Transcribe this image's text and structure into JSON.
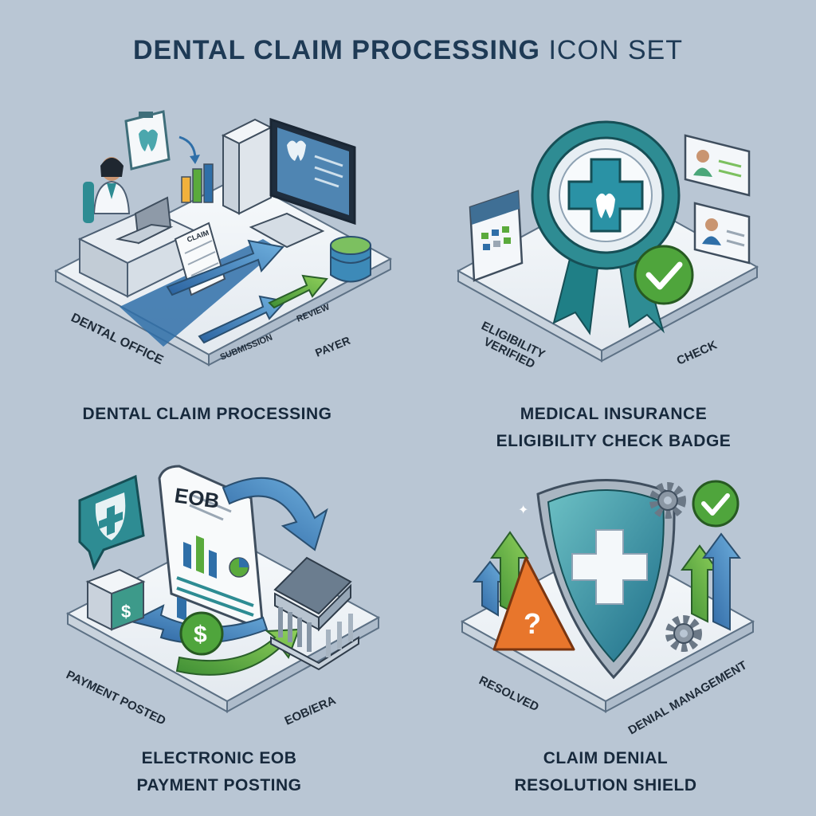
{
  "title": {
    "bold": "DENTAL CLAIM PROCESSING",
    "light": "ICON SET"
  },
  "icons": [
    {
      "caption": [
        "DENTAL CLAIM PROCESSING"
      ],
      "labels": {
        "office": "DENTAL OFFICE",
        "submission": "SUBMISSION",
        "review": "REVIEW",
        "payer": "PAYER",
        "claim": "CLAIM"
      }
    },
    {
      "caption": [
        "MEDICAL INSURANCE",
        "ELIGIBILITY CHECK BADGE"
      ],
      "labels": {
        "eligibility": "ELIGIBILITY",
        "verified": "VERIFIED",
        "check": "CHECK"
      }
    },
    {
      "caption": [
        "ELECTRONIC EOB",
        "PAYMENT POSTING"
      ],
      "labels": {
        "posted": "PAYMENT POSTED",
        "eob_era": "EOB/ERA",
        "eob": "EOB"
      }
    },
    {
      "caption": [
        "CLAIM DENIAL",
        "RESOLUTION SHIELD"
      ],
      "labels": {
        "resolved": "RESOLVED",
        "denial": "DENIAL MANAGEMENT"
      }
    }
  ],
  "colors": {
    "background": "#b9c6d4",
    "teal": "#2e8c93",
    "blue": "#2f6fa8",
    "green": "#5aaa3c",
    "orange": "#e8762c"
  }
}
